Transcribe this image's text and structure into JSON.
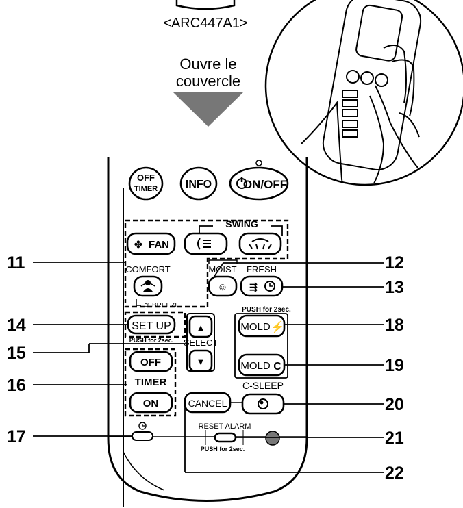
{
  "header": {
    "model": "<ARC447A1>",
    "instruction_line1": "Ouvre le",
    "instruction_line2": "couvercle"
  },
  "buttons": {
    "off_timer_l1": "OFF",
    "off_timer_l2": "TIMER",
    "info": "INFO",
    "on_off": "ON/OFF",
    "swing": "SWING",
    "fan": "FAN",
    "comfort": "COMFORT",
    "breeze": "BREEZE",
    "moist": "MOIST",
    "fresh": "FRESH",
    "push_2sec": "PUSH for 2sec.",
    "set_up": "SET UP",
    "select": "SELECT",
    "mold_1": "MOLD",
    "mold_2": "MOLD",
    "timer_off": "OFF",
    "timer": "TIMER",
    "timer_on": "ON",
    "cancel": "CANCEL",
    "c_sleep": "C-SLEEP",
    "reset_alarm": "RESET ALARM",
    "up_arrow": "▲",
    "down_arrow": "▼"
  },
  "callouts": [
    "11",
    "12",
    "13",
    "14",
    "15",
    "16",
    "17",
    "18",
    "19",
    "20",
    "21",
    "22"
  ],
  "icons": [
    "fan-icon",
    "swing-vertical-icon",
    "swing-horizontal-icon",
    "comfort-person-icon",
    "moist-icon",
    "fresh-icon",
    "clock-icon",
    "sleep-icon",
    "power-icon",
    "breeze-icon"
  ]
}
